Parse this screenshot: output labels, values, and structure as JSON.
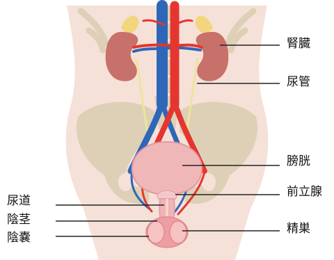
{
  "labels": {
    "kidney": "腎臓",
    "ureter": "尿管",
    "bladder": "膀胱",
    "prostate": "前立腺",
    "testis": "精巣",
    "urethra": "尿道",
    "penis": "陰茎",
    "scrotum": "陰嚢"
  },
  "colors": {
    "skin": "#f5e1d8",
    "bone": "#ddd0b6",
    "kidney": "#c8706a",
    "adrenal": "#f1d67e",
    "artery": "#e4362f",
    "vein": "#2f67b8",
    "ureter": "#ece59a",
    "bladder": "#f0b7b9",
    "leader_line": "#222222"
  }
}
